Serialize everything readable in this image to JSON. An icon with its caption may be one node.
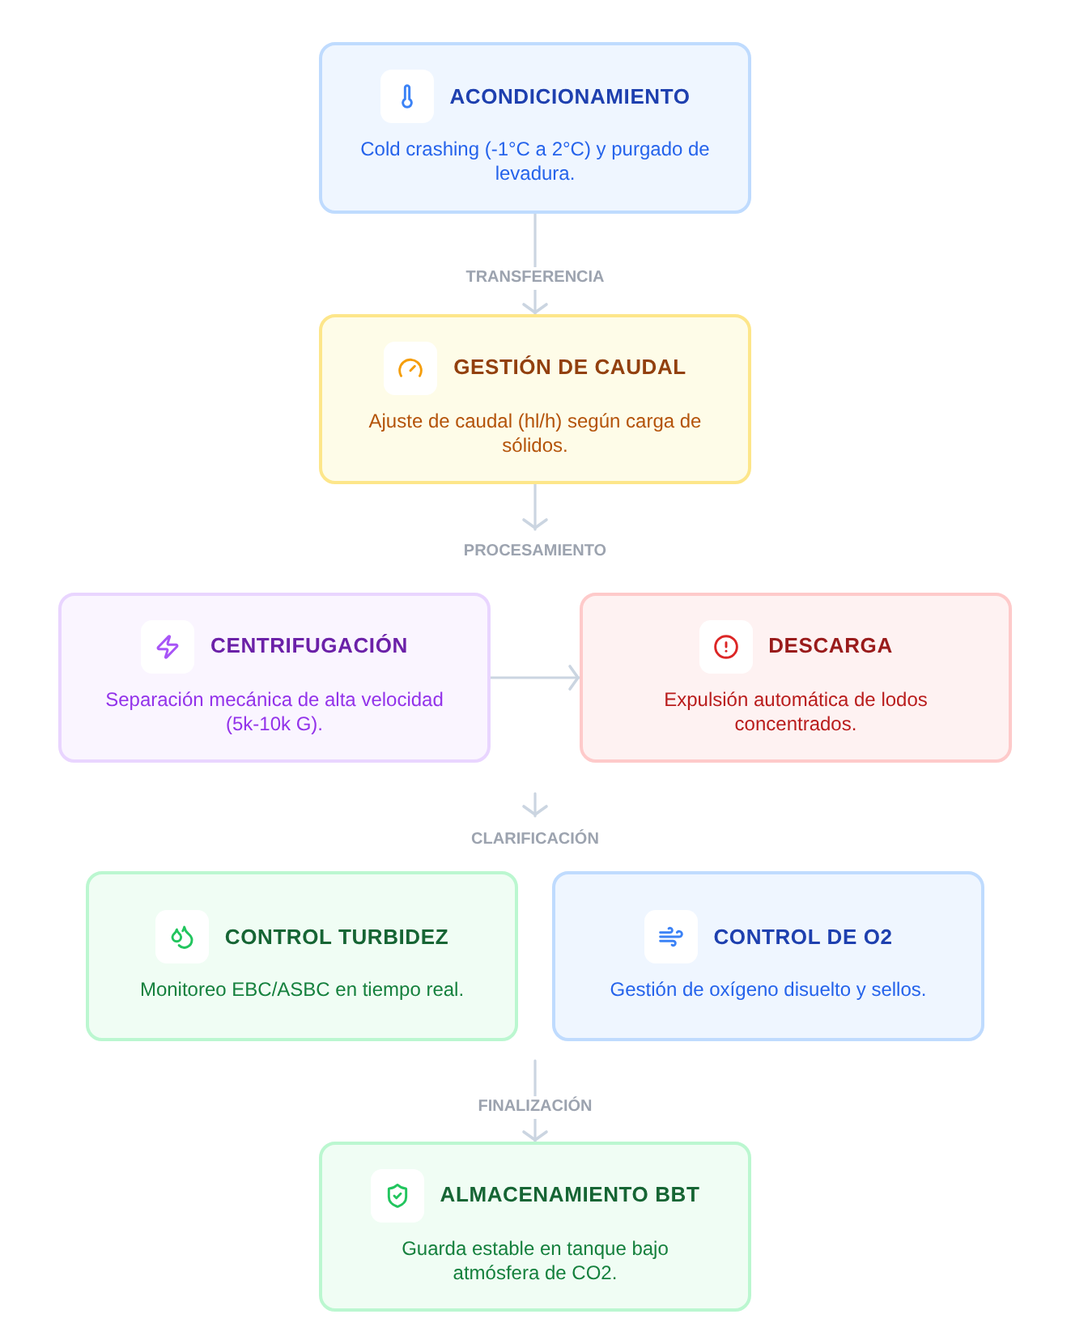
{
  "diagram": {
    "nodes": [
      {
        "text": [
          "ACONDICIONAMIENTO",
          "Cold crashing (-1°C a 2°C) y purgado de levadura."
        ]
      },
      {
        "text": [
          "GESTIÓN DE CAUDAL",
          "Ajuste de caudal (hl/h) según carga de sólidos."
        ]
      },
      {
        "text": [
          "CENTRIFUGACIÓN",
          "Separación mecánica de alta velocidad (5k-10k G)."
        ]
      },
      {
        "text": [
          "DESCARGA",
          "Expulsión automática de lodos concentrados."
        ]
      },
      {
        "text": [
          "CONTROL TURBIDEZ",
          "Monitoreo EBC/ASBC en tiempo real."
        ]
      },
      {
        "text": [
          "CONTROL DE O2",
          "Gestión de oxígeno disuelto y sellos."
        ]
      },
      {
        "text": [
          "ALMACENAMIENTO BBT",
          "Guarda estable en tanque bajo atmósfera de CO2."
        ]
      }
    ],
    "edges": [
      {
        "from": 0,
        "to": 1,
        "arrow": "to",
        "label": "TRANSFERENCIA"
      },
      {
        "from": 1,
        "to": null,
        "arrow": "to",
        "label": "PROCESAMIENTO"
      },
      {
        "from": 2,
        "to": 3,
        "arrow": "to"
      },
      {
        "from": null,
        "to": 6,
        "arrow": "to",
        "label": "FINALIZACIÓN"
      }
    ],
    "labels": [
      "CLARIFICACIÓN"
    ]
  }
}
